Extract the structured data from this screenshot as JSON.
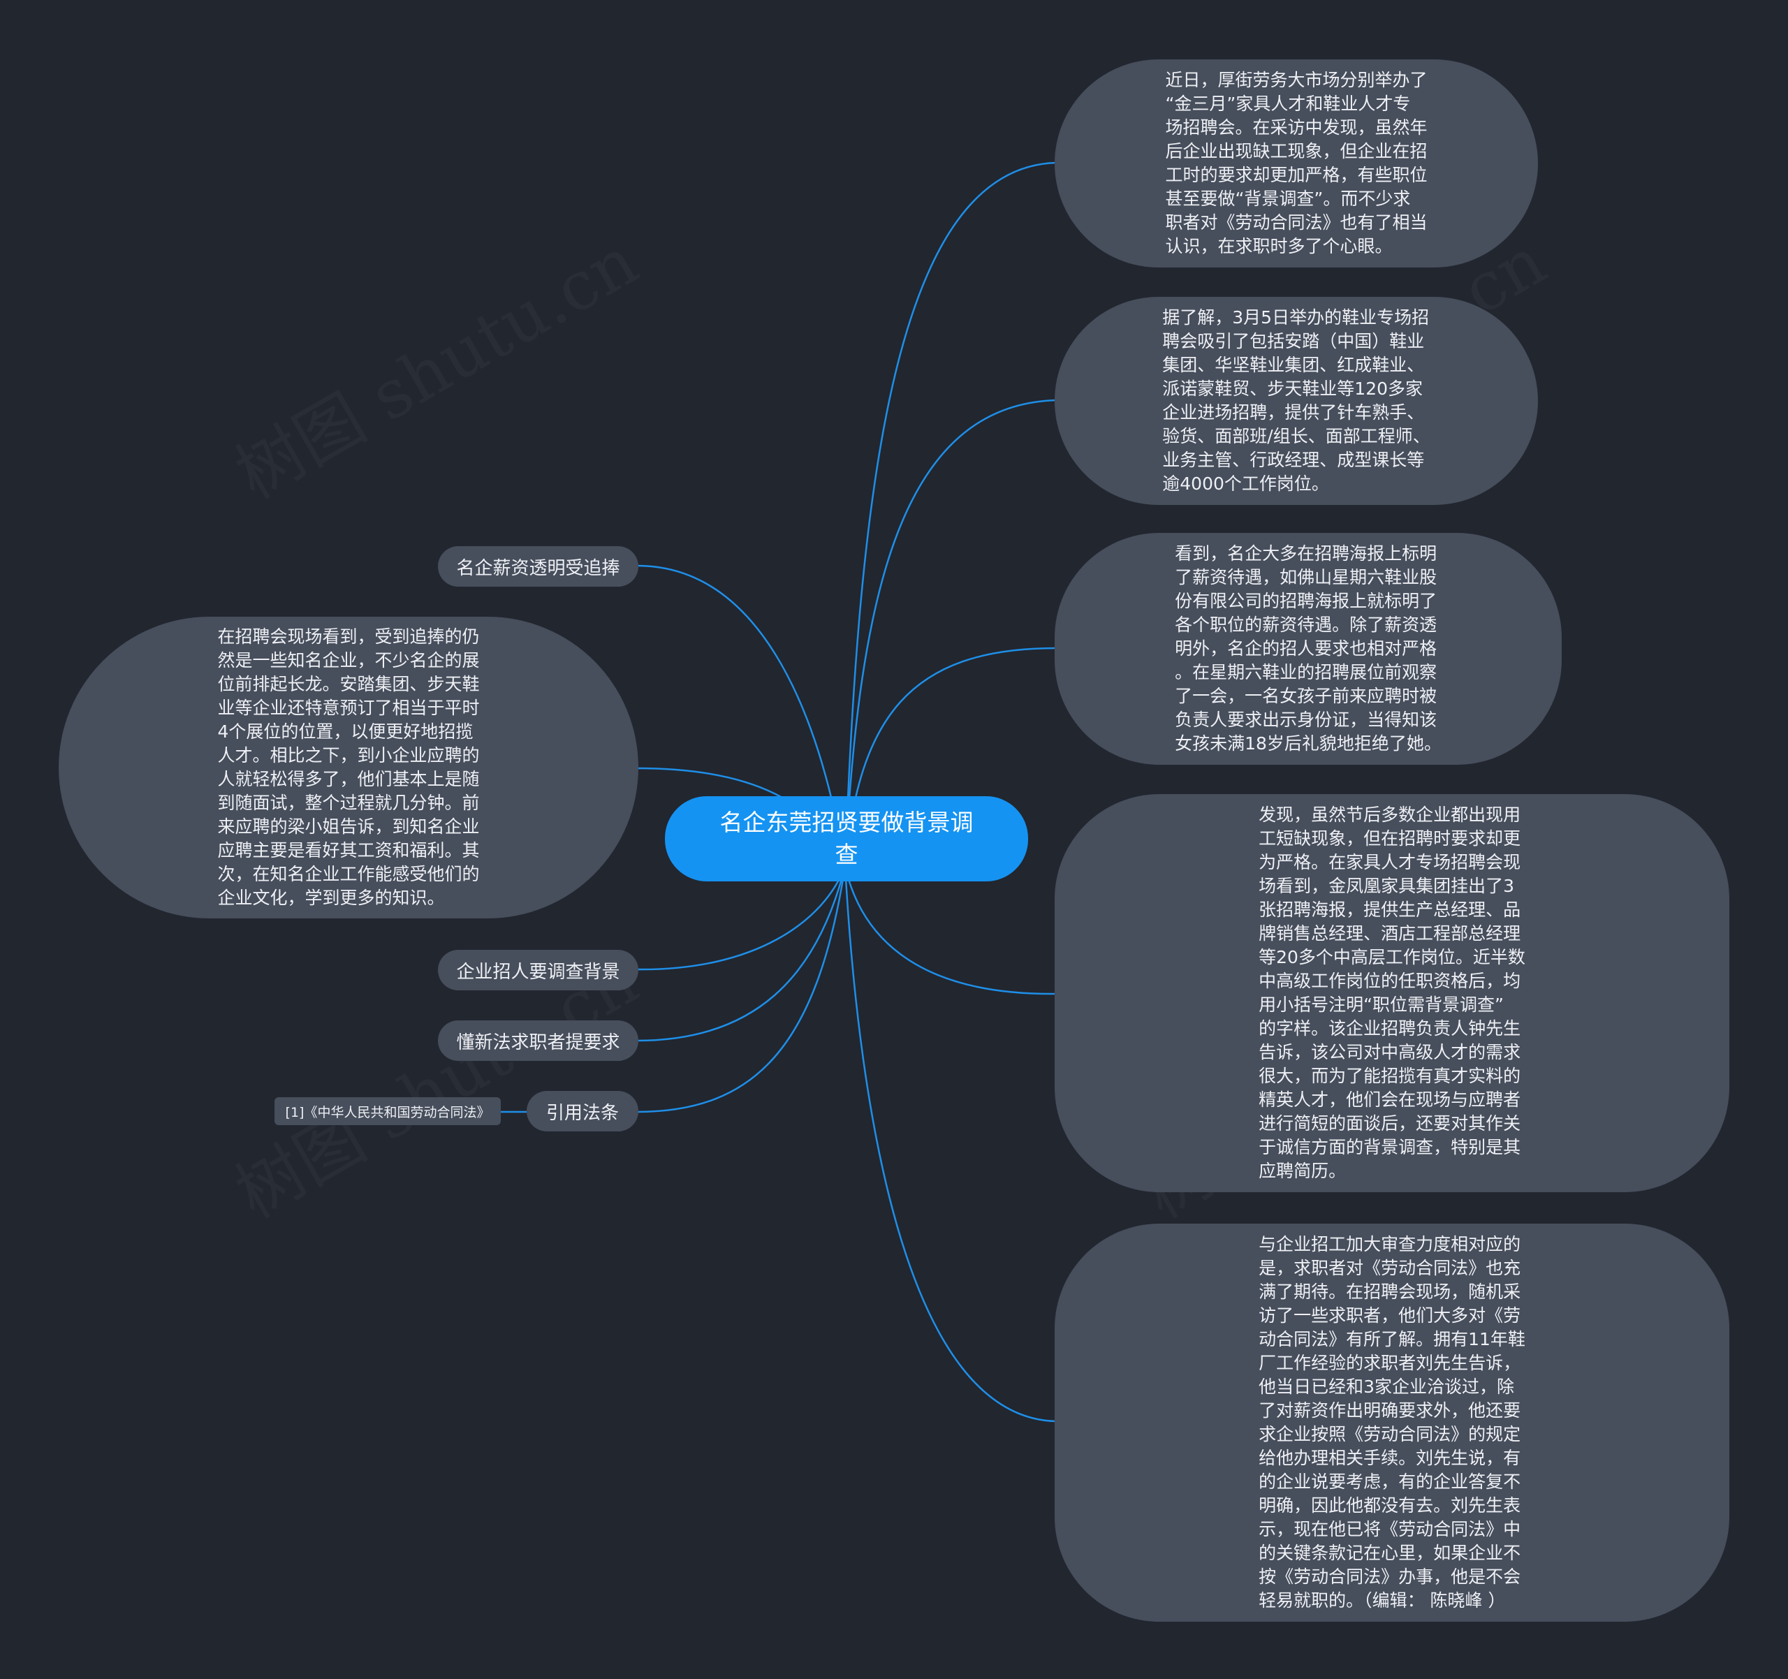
{
  "colors": {
    "background": "#22262f",
    "node": "#474e5c",
    "root": "#1593f2",
    "link": "#1e8fe8"
  },
  "root": {
    "label": "名企东莞招贤要做背景调\n查"
  },
  "right_nodes": [
    {
      "text": "近日，厚街劳务大市场分别举办了\n“金三月”家具人才和鞋业人才专\n场招聘会。在采访中发现，虽然年\n后企业出现缺工现象，但企业在招\n工时的要求却更加严格，有些职位\n甚至要做“背景调查”。而不少求\n职者对《劳动合同法》也有了相当\n认识，在求职时多了个心眼。"
    },
    {
      "text": "据了解，3月5日举办的鞋业专场招\n聘会吸引了包括安踏（中国）鞋业\n集团、华坚鞋业集团、红成鞋业、\n派诺蒙鞋贸、步天鞋业等120多家\n企业进场招聘，提供了针车熟手、\n验货、面部班/组长、面部工程师、\n业务主管、行政经理、成型课长等\n逾4000个工作岗位。"
    },
    {
      "text": "看到，名企大多在招聘海报上标明\n了薪资待遇，如佛山星期六鞋业股\n份有限公司的招聘海报上就标明了\n各个职位的薪资待遇。除了薪资透\n明外，名企的招人要求也相对严格\n。在星期六鞋业的招聘展位前观察\n了一会，一名女孩子前来应聘时被\n负责人要求出示身份证，当得知该\n女孩未满18岁后礼貌地拒绝了她。"
    },
    {
      "text": "发现，虽然节后多数企业都出现用\n工短缺现象，但在招聘时要求却更\n为严格。在家具人才专场招聘会现\n场看到，金凤凰家具集团挂出了3\n张招聘海报，提供生产总经理、品\n牌销售总经理、酒店工程部总经理\n等20多个中高层工作岗位。近半数\n中高级工作岗位的任职资格后，均\n用小括号注明“职位需背景调查”\n的字样。该企业招聘负责人钟先生\n告诉，该公司对中高级人才的需求\n很大，而为了能招揽有真才实料的\n精英人才，他们会在现场与应聘者\n进行简短的面谈后，还要对其作关\n于诚信方面的背景调查，特别是其\n应聘简历。"
    },
    {
      "text": "与企业招工加大审查力度相对应的\n是，求职者对《劳动合同法》也充\n满了期待。在招聘会现场，随机采\n访了一些求职者，他们大多对《劳\n动合同法》有所了解。拥有11年鞋\n厂工作经验的求职者刘先生告诉，\n他当日已经和3家企业洽谈过，除\n了对薪资作出明确要求外，他还要\n求企业按照《劳动合同法》的规定\n给他办理相关手续。刘先生说，有\n的企业说要考虑，有的企业答复不\n明确，因此他都没有去。刘先生表\n示，现在他已将《劳动合同法》中\n的关键条款记在心里，如果企业不\n按《劳动合同法》办事，他是不会\n轻易就职的。（编辑：  陈晓峰 ）"
    }
  ],
  "left_nodes": {
    "topic1": "名企薪资透明受追捧",
    "topic1_detail": "在招聘会现场看到，受到追捧的仍\n然是一些知名企业，不少名企的展\n位前排起长龙。安踏集团、步天鞋\n业等企业还特意预订了相当于平时\n4个展位的位置，以便更好地招揽\n人才。相比之下，到小企业应聘的\n人就轻松得多了，他们基本上是随\n到随面试，整个过程就几分钟。前\n来应聘的梁小姐告诉，到知名企业\n应聘主要是看好其工资和福利。其\n次，在知名企业工作能感受他们的\n企业文化，学到更多的知识。",
    "topic2": "企业招人要调查背景",
    "topic3": "懂新法求职者提要求",
    "topic4": "引用法条",
    "topic4_ref": "[1]《中华人民共和国劳动合同法》"
  },
  "watermark": "树图 shutu.cn"
}
